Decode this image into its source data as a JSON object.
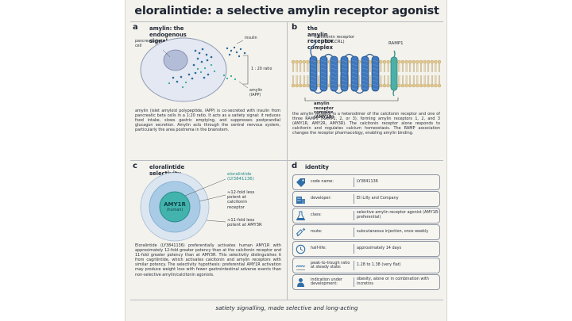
{
  "title": "eloralintide: a selective amylin receptor agonist",
  "panel_a": {
    "label": "a",
    "heading": "amylin: the endogenous signal",
    "cell_label": "pancreatic beta cell",
    "insulin_label": "insulin",
    "ratio_label": "1 : 20 ratio",
    "amylin_label": "amylin (IAPP)",
    "text": "amylin (islet amyloid polypeptide, IAPP) is co-secreted with insulin from pancreatic beta cells in a 1:20 ratio. It acts as a satiety signal: it reduces food intake, slows gastric emptying, and suppresses postprandial glucagon secretion. Amylin acts through the central nervous system, particularly the area postrema in the brainstem."
  },
  "panel_b": {
    "label": "b",
    "heading": "the amylin receptor complex",
    "calcrl_label": "calcitonin receptor (CALCRL)",
    "ramp_label": "RAMP1",
    "complex_label": "amylin receptor complex (AMY1R)",
    "text": "the amylin receptor is a heterodimer of the calcitonin receptor and one of three RAMPs (RAMP1, 2, or 3), forming amylin receptors 1, 2, and 3 (AMY1R, AMY2R, AMY3R). The calcitonin receptor alone responds to calcitonin and regulates calcium homeostasis. The RAMP association changes the receptor pharmacology, enabling amylin binding."
  },
  "panel_c": {
    "label": "c",
    "heading": "eloralintide selectivity",
    "drug_label": "eloralintide (LY3841136)",
    "center_label": "AMY1R",
    "center_sub": "(human)",
    "note1": "≈12-fold less potent at calcitonin receptor",
    "note2": "≈11-fold less potent at AMY3R",
    "text": "Eloralintide (LY3841136) preferentially activates human AMY1R with approximately 12-fold greater potency than at the calcitonin receptor and 11-fold greater potency than at AMY3R. This selectivity distinguishes it from cagrilintide, which activates calcitonin and amylin receptors with similar potency. The selectivity hypothesis: preferential AMY1R activation may produce weight loss with fewer gastrointestinal adverse events than non-selective amylin/calcitonin agonists."
  },
  "panel_d": {
    "label": "d",
    "heading": "identity",
    "rows": [
      {
        "key": "code name:",
        "value": "LY3841136",
        "icon": "tag-icon"
      },
      {
        "key": "developer:",
        "value": "Eli Lilly and Company",
        "icon": "building-icon"
      },
      {
        "key": "class:",
        "value": "selective amylin receptor agonist (AMY1R-preferential)",
        "icon": "flask-icon"
      },
      {
        "key": "route:",
        "value": "subcutaneous injection, once weekly",
        "icon": "syringe-icon"
      },
      {
        "key": "half-life:",
        "value": "approximately 14 days",
        "icon": "clock-icon"
      },
      {
        "key": "peak-to-trough ratio at steady state:",
        "value": "1.28 to 1.38 (very flat)",
        "icon": "curve-icon"
      },
      {
        "key": "indication under development:",
        "value": "obesity, alone or in combination with incretins",
        "icon": "person-icon"
      }
    ]
  },
  "footer": "satiety signalling, made selective and long-acting"
}
